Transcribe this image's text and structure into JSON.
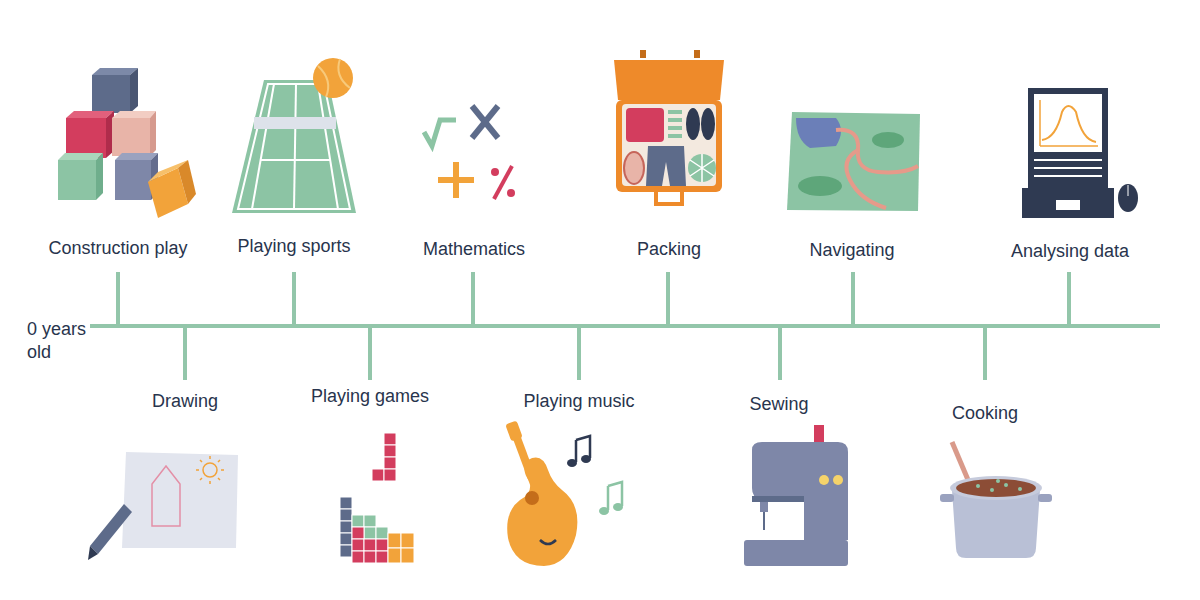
{
  "diagram": {
    "labels": [
      "0 years old",
      "Construction play",
      "Drawing",
      "Playing sports",
      "Playing games",
      "Mathematics",
      "Playing music",
      "Packing",
      "Sewing",
      "Navigating",
      "Cooking",
      "Analysing data"
    ]
  }
}
